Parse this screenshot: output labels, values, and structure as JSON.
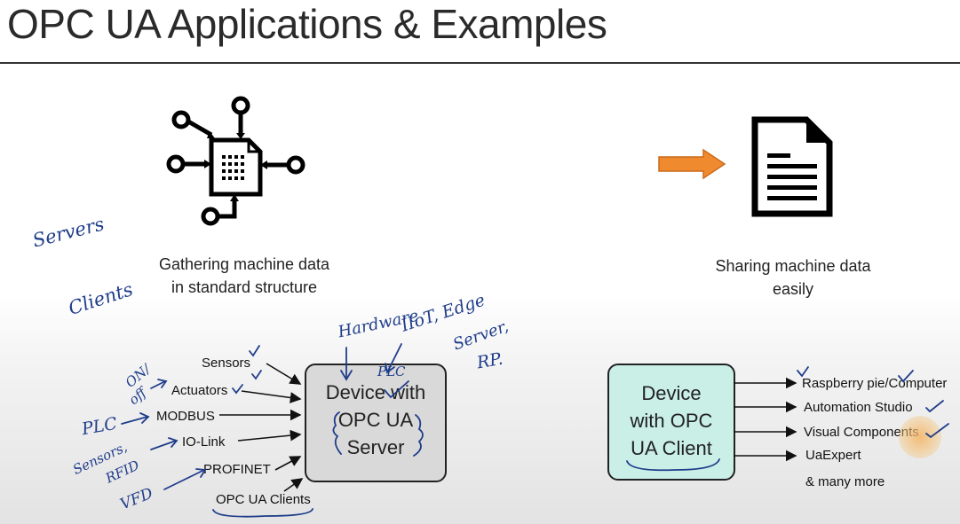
{
  "slide": {
    "title": "OPC UA Applications & Examples",
    "gathering_caption_1": "Gathering machine data",
    "gathering_caption_2": "in standard structure",
    "sharing_caption_1": "Sharing machine data",
    "sharing_caption_2": "easily"
  },
  "server_diagram": {
    "box_lines": [
      "Device with",
      "OPC UA",
      "Server"
    ],
    "inputs": [
      "Sensors",
      "Actuators",
      "MODBUS",
      "IO-Link",
      "PROFINET",
      "OPC UA Clients"
    ],
    "box_color": "#d9d9d9"
  },
  "client_diagram": {
    "box_lines": [
      "Device",
      "with OPC",
      "UA Client"
    ],
    "outputs": [
      "Raspberry pie/Computer",
      "Automation Studio",
      "Visual Components",
      "UaExpert",
      "& many more"
    ],
    "box_color": "#c9efe7"
  },
  "handwriting": {
    "servers": "Servers",
    "clients": "Clients",
    "hardware": "Hardware",
    "iiot_edge": "IIoT, Edge",
    "server": "Server,",
    "rp": "RP.",
    "plc_top": "PLC",
    "on_off_1": "ON/",
    "on_off_2": "off",
    "plc_left": "PLC",
    "sensors_rfid_1": "Sensors,",
    "sensors_rfid_2": "RFID",
    "vfd": "VFD"
  },
  "icons": {
    "gather_icon": "data-gathering-network-icon",
    "arrow_icon": "orange-right-arrow-icon",
    "document_icon": "document-icon"
  },
  "colors": {
    "accent_arrow": "#f08a2e",
    "ink": "#1f3d8a",
    "highlight": "#f5c47a"
  }
}
